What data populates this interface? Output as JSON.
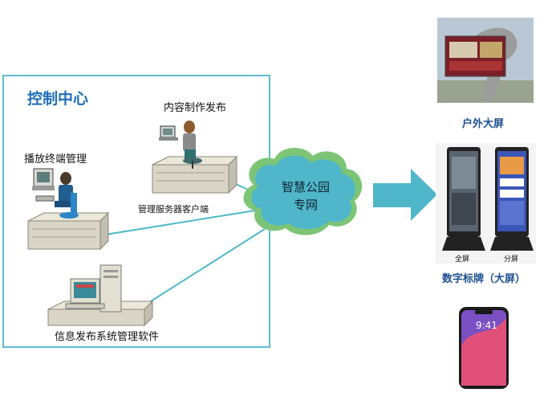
{
  "control_center": {
    "title": "控制中心",
    "nodes": {
      "content_publish": "内容制作发布",
      "playback_terminal": "播放终端管理",
      "server_client": "管理服务器客户端",
      "publish_software": "信息发布系统管理软件"
    }
  },
  "network": {
    "line1": "智慧公园",
    "line2": "专网"
  },
  "devices": {
    "outdoor_screen": "户外大屏",
    "digital_signage": "数字标牌（大屏）",
    "signage_left_caption": "全屏",
    "signage_right_caption": "分屏",
    "phone_time": "9:41"
  },
  "colors": {
    "frame": "#5fbcd3",
    "title": "#1e6fb8",
    "cloud_fill": "#4fb7c9",
    "cloud_edge": "#7cc576",
    "arrow": "#4fb7c9",
    "device_label": "#1d4f91"
  }
}
